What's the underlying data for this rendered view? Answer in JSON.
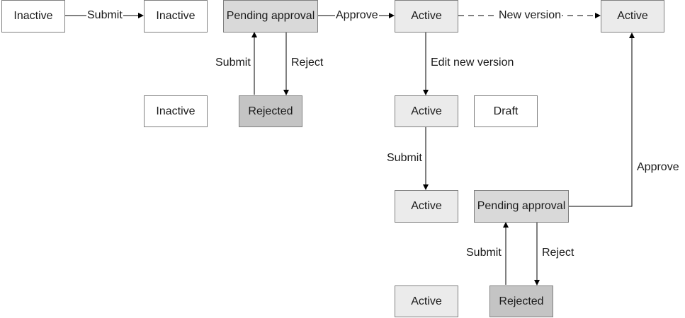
{
  "diagram": {
    "row1": {
      "inactive_a": "Inactive",
      "inactive_b": "Inactive",
      "pending": "Pending approval",
      "active_a": "Active",
      "active_b": "Active"
    },
    "row2": {
      "inactive": "Inactive",
      "rejected": "Rejected",
      "active": "Active",
      "draft": "Draft"
    },
    "row3": {
      "active": "Active",
      "pending": "Pending approval"
    },
    "row4": {
      "active": "Active",
      "rejected": "Rejected"
    },
    "edges": {
      "submit_1": "Submit",
      "approve_1": "Approve",
      "new_version": "New version",
      "submit_2": "Submit",
      "reject_1": "Reject",
      "edit_new_version": "Edit new version",
      "submit_3": "Submit",
      "approve_2": "Approve",
      "submit_4": "Submit",
      "reject_2": "Reject"
    }
  }
}
